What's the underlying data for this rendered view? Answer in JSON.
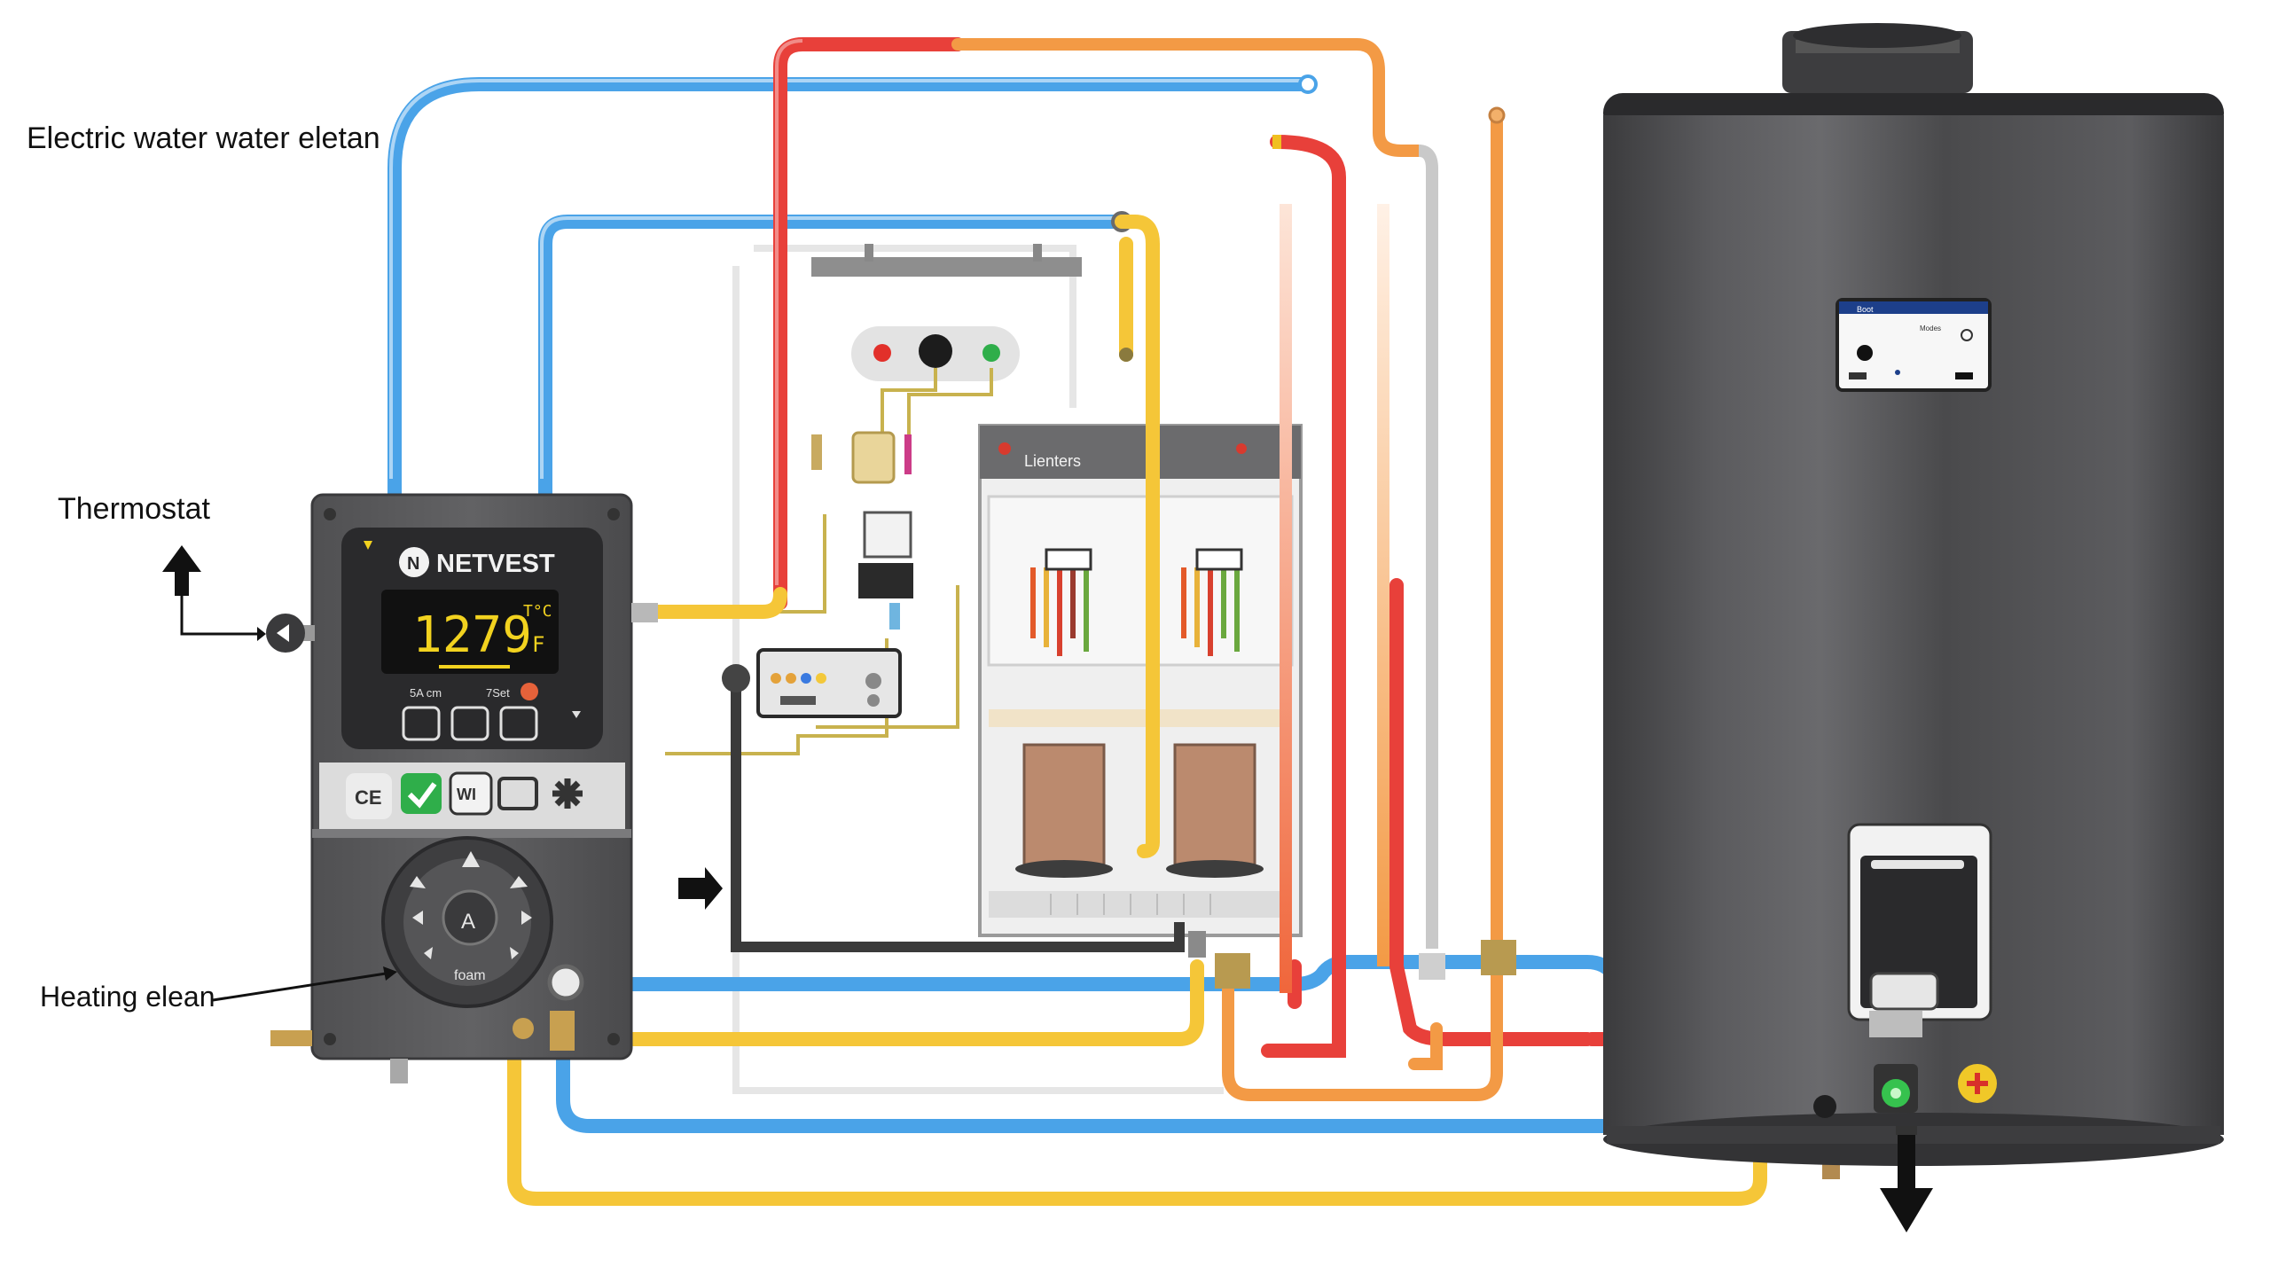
{
  "labels": {
    "title": "Electric water water eletan",
    "thermostat": "Thermostat",
    "heating_element": "Heating elean"
  },
  "controller": {
    "brand": "NETVEST",
    "display_value": "1279",
    "display_unit_top": "T°C",
    "display_unit_side": "F",
    "display_sub_left": "5A cm",
    "display_sub_right": "7Set",
    "badge_ce": "CE",
    "badge_wifi": "WI",
    "dial_center": "A",
    "dial_caption": "foam"
  },
  "cabinet": {
    "label": "Lienters"
  },
  "tank_screen": {
    "title": "Boot",
    "line1": "Modes"
  },
  "colors": {
    "cold_pipe": "#4aa3e8",
    "hot_pipe": "#e8403a",
    "warm_pipe": "#f5c638",
    "orange_pipe": "#f39a45",
    "tank_body": "#4a4a4c",
    "controller_body": "#5a5a5c",
    "lcd_text": "#f2d21f"
  },
  "icons": [
    "arrow-up-icon",
    "arrow-right-icon",
    "arrow-down-icon",
    "checkmark-icon",
    "wifi-icon",
    "battery-icon",
    "fan-icon",
    "plus-icon",
    "power-led-icon"
  ]
}
